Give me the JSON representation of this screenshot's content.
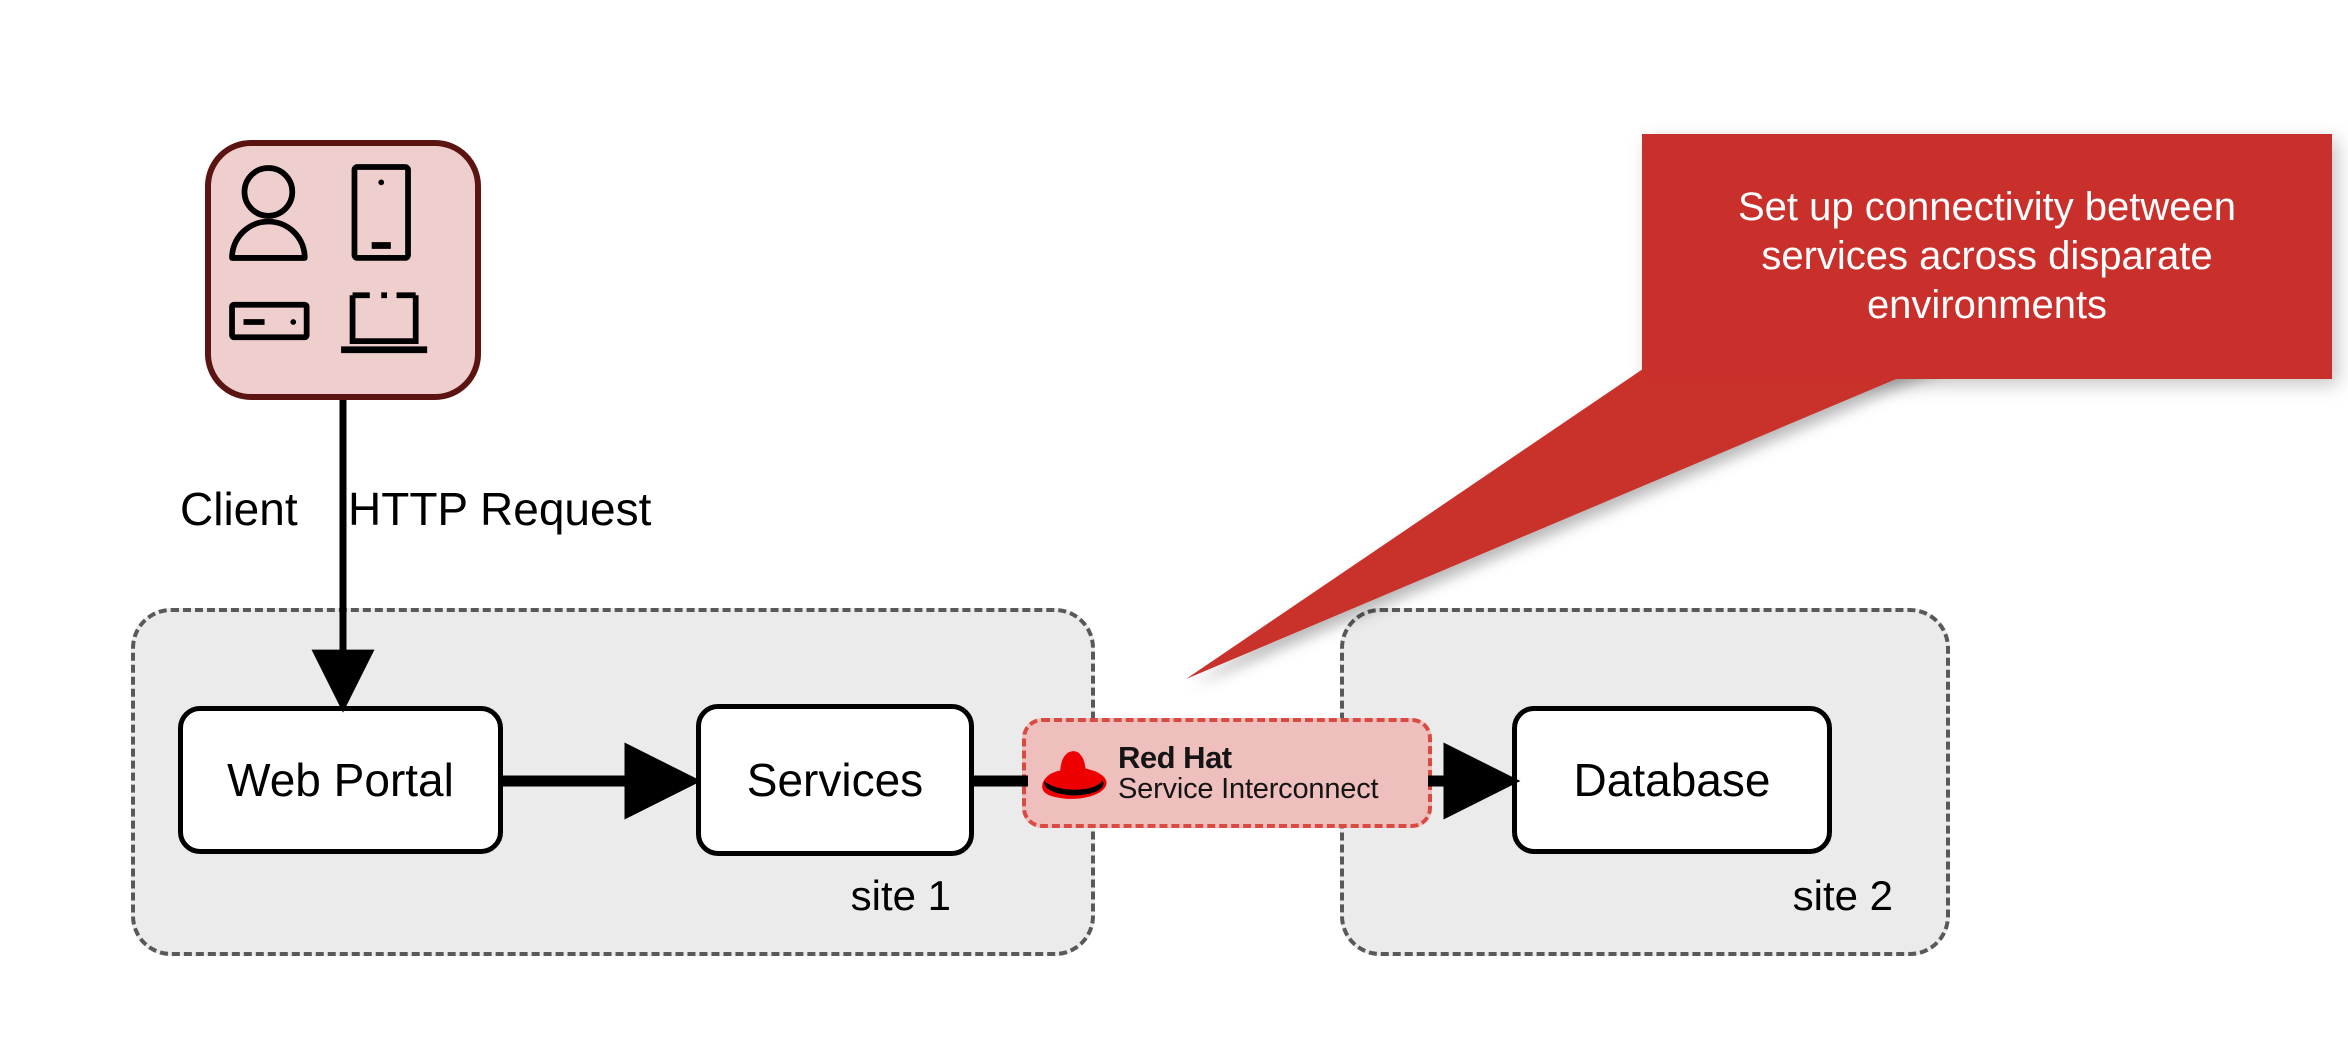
{
  "diagram": {
    "title": "Red Hat Service Interconnect multi-site connectivity diagram",
    "colors": {
      "callout_red": "#c9302c",
      "interconnect_fill": "#eebfbd",
      "interconnect_border": "#d94b42",
      "client_fill": "#eecfcd",
      "client_border": "#5c1412",
      "site_fill": "#ebebeb",
      "site_border": "#595959",
      "node_fill": "#ffffff",
      "node_border": "#000000",
      "redhat_logo_red": "#ee0000",
      "redhat_logo_black": "#000000"
    }
  },
  "client": {
    "name": "client-devices",
    "icons": [
      "user-icon",
      "mobile-phone-icon",
      "server-icon",
      "laptop-icon"
    ]
  },
  "flow": {
    "client_label": "Client",
    "request_label": "HTTP Request"
  },
  "sites": [
    {
      "id": "site-1",
      "label": "site 1",
      "nodes": [
        {
          "id": "web-portal",
          "label": "Web Portal"
        },
        {
          "id": "services",
          "label": "Services"
        }
      ]
    },
    {
      "id": "site-2",
      "label": "site 2",
      "nodes": [
        {
          "id": "database",
          "label": "Database"
        }
      ]
    }
  ],
  "interconnect": {
    "brand": "Red Hat",
    "product": "Service Interconnect",
    "logo": "redhat-fedora-icon"
  },
  "callout": {
    "text": "Set up connectivity between services across disparate environments",
    "tail_target": "interconnect"
  }
}
